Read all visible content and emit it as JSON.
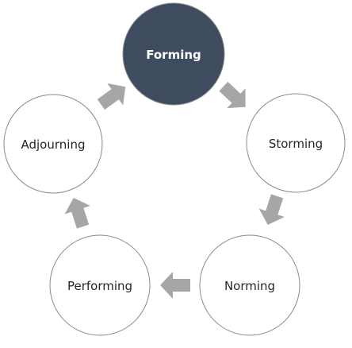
{
  "colors": {
    "active_fill": "#3f4c5f",
    "active_text": "#ffffff",
    "inactive_fill": "#ffffff",
    "inactive_text": "#262626",
    "border": "#8a8a8a",
    "arrow": "#a6a6a6"
  },
  "stages": [
    {
      "label": "Forming",
      "active": true
    },
    {
      "label": "Storming",
      "active": false
    },
    {
      "label": "Norming",
      "active": false
    },
    {
      "label": "Performing",
      "active": false
    },
    {
      "label": "Adjourning",
      "active": false
    }
  ],
  "arrows": [
    {
      "from": "Forming",
      "to": "Storming",
      "icon": "arrow-icon"
    },
    {
      "from": "Storming",
      "to": "Norming",
      "icon": "arrow-icon"
    },
    {
      "from": "Norming",
      "to": "Performing",
      "icon": "arrow-icon"
    },
    {
      "from": "Performing",
      "to": "Adjourning",
      "icon": "arrow-icon"
    },
    {
      "from": "Adjourning",
      "to": "Forming",
      "icon": "arrow-icon"
    }
  ]
}
